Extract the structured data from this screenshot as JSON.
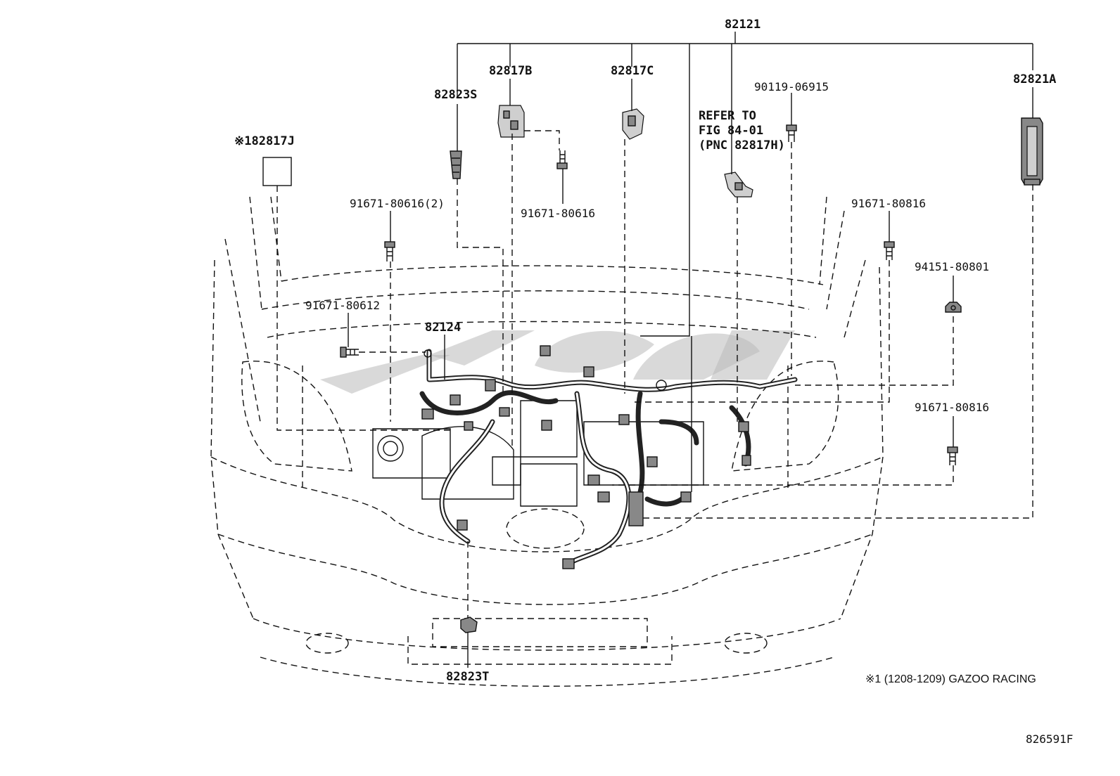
{
  "diagram": {
    "labels": {
      "harness_main": "82121",
      "clamp_b": "82817B",
      "clamp_c": "82817C",
      "protector_s": "82823S",
      "cover_a": "82821A",
      "bolt_90119": "90119-06915",
      "refer_line1": "REFER TO",
      "refer_line2": "FIG 84-01",
      "refer_line3": "(PNC 82817H)",
      "gazoo_part": "※182817J",
      "bolt_616_2": "91671-80616(2)",
      "bolt_616": "91671-80616",
      "bolt_816_top": "91671-80816",
      "nut_94151": "94151-80801",
      "bolt_612": "91671-80612",
      "harness_sub": "82124",
      "bolt_816_bottom": "91671-80816",
      "protector_t": "82823T",
      "footnote": "※1 (1208-1209) GAZOO RACING",
      "figure_id": "826591F"
    }
  }
}
